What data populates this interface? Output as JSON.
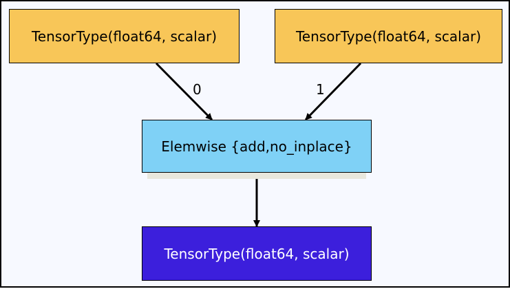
{
  "graph": {
    "inputs": [
      {
        "label": "TensorType(float64, scalar)"
      },
      {
        "label": "TensorType(float64, scalar)"
      }
    ],
    "op": {
      "label": "Elemwise {add,no_inplace}"
    },
    "output": {
      "label": "TensorType(float64, scalar)"
    },
    "edges": [
      {
        "from": "input-0",
        "to": "op",
        "label": "0"
      },
      {
        "from": "input-1",
        "to": "op",
        "label": "1"
      },
      {
        "from": "op",
        "to": "output",
        "label": ""
      }
    ]
  },
  "colors": {
    "background": "#f7f9ff",
    "input_fill": "#f8c658",
    "op_fill": "#7fd1f6",
    "output_fill": "#3c1fdc",
    "output_text": "#ffffff",
    "edge": "#000000"
  }
}
